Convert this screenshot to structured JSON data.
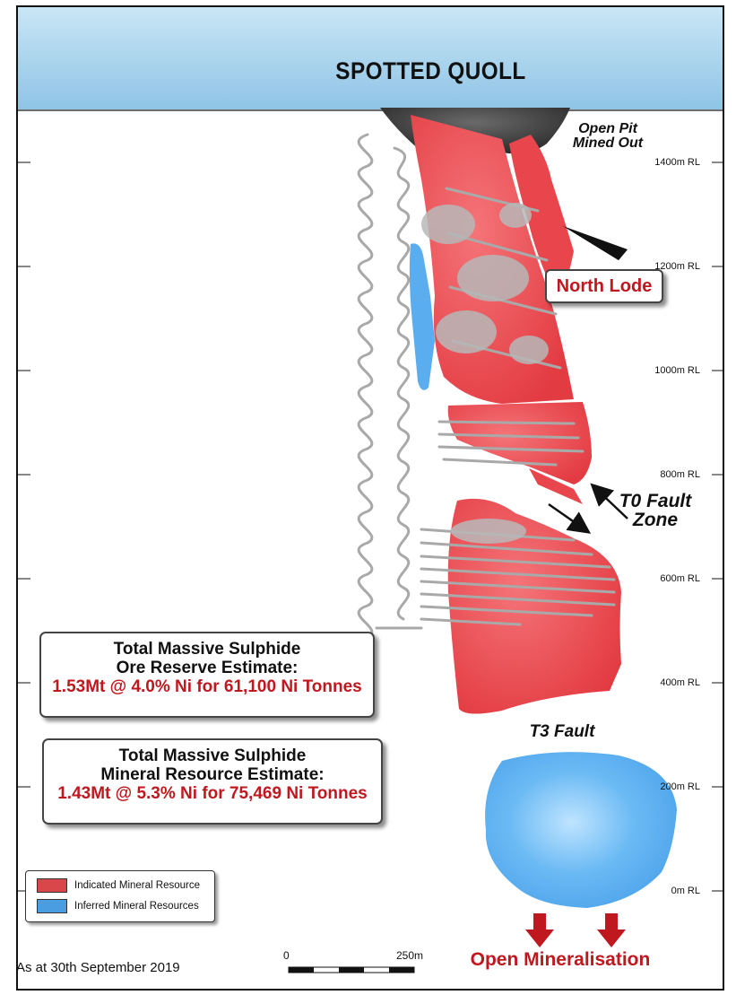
{
  "title": "SPOTTED QUOLL",
  "rl_labels": [
    "1400m RL",
    "1200m RL",
    "1000m RL",
    "800m RL",
    "600m RL",
    "400m RL",
    "200m RL",
    "0m RL"
  ],
  "annotations": {
    "open_pit_line1": "Open Pit",
    "open_pit_line2": "Mined Out",
    "north_lode": "North Lode",
    "t0_line1": "T0 Fault",
    "t0_line2": "Zone",
    "t3": "T3 Fault",
    "open_mineralisation": "Open Mineralisation"
  },
  "reserve_box": {
    "line1": "Total Massive Sulphide",
    "line2": "Ore Reserve Estimate:",
    "line3": "1.53Mt @ 4.0% Ni for 61,100 Ni Tonnes"
  },
  "resource_box": {
    "line1": "Total Massive Sulphide",
    "line2": "Mineral Resource Estimate:",
    "line3": "1.43Mt @ 5.3% Ni for 75,469 Ni Tonnes"
  },
  "legend": [
    {
      "label": "Indicated Mineral Resource",
      "color": "#d9474b"
    },
    {
      "label": "Inferred Mineral Resources",
      "color": "#4a9de0"
    }
  ],
  "scale": {
    "start": "0",
    "end": "250m"
  },
  "date": "As at 30th September 2019",
  "colors": {
    "indicated": "#e8464c",
    "inferred": "#5aaef0",
    "workings": "#a9a9a9",
    "pit": "#3a3a3a",
    "accent": "#c0181f"
  }
}
